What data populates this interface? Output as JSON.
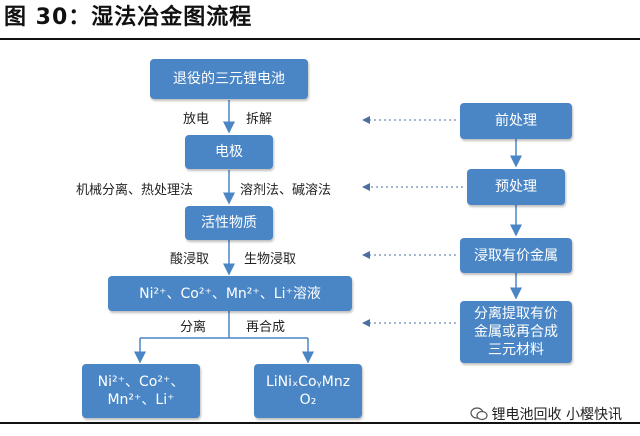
{
  "figure": {
    "title": "图 30：湿法冶金图流程"
  },
  "main_flow": {
    "retired_battery": "退役的三元锂电池",
    "electrode": "电极",
    "active_material": "活性物质",
    "solution": "Ni²⁺、Co²⁺、Mn²⁺、Li⁺溶液",
    "ions_box_line1": "Ni²⁺、Co²⁺、",
    "ions_box_line2": "Mn²⁺、Li⁺",
    "product_line1": "LiNiₓCoᵧMnz",
    "product_line2": "O₂"
  },
  "step_labels": {
    "discharge": "放电",
    "disassemble": "拆解",
    "mech_thermal": "机械分离、热处理法",
    "solvent_alkali": "溶剂法、碱溶法",
    "acid_leach": "酸浸取",
    "bio_leach": "生物浸取",
    "separate": "分离",
    "resynth": "再合成"
  },
  "side_flow": {
    "pretreat_1": "前处理",
    "pretreat_2": "预处理",
    "leach_metals": "浸取有价金属",
    "separate_line1": "分离提取有价",
    "separate_line2": "金属或再合成",
    "separate_line3": "三元材料"
  },
  "watermark": {
    "text": "锂电池回收 小樱快讯",
    "icon": "wechat-icon"
  },
  "colors": {
    "box": "#4a86c5",
    "arrow": "#4a86c5",
    "dotted": "#4a6fa0"
  }
}
